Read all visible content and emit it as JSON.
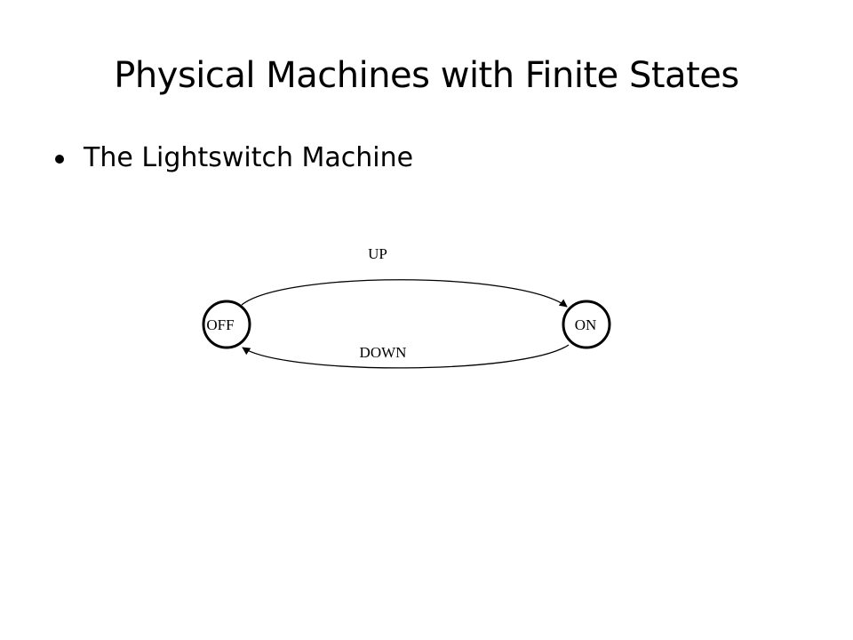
{
  "slide": {
    "title": "Physical Machines with Finite States",
    "bullets": [
      "The Lightswitch Machine"
    ]
  },
  "diagram": {
    "states": [
      {
        "id": "off",
        "label": "OFF"
      },
      {
        "id": "on",
        "label": "ON"
      }
    ],
    "transitions": [
      {
        "from": "off",
        "to": "on",
        "label": "UP"
      },
      {
        "from": "on",
        "to": "off",
        "label": "DOWN"
      }
    ]
  }
}
